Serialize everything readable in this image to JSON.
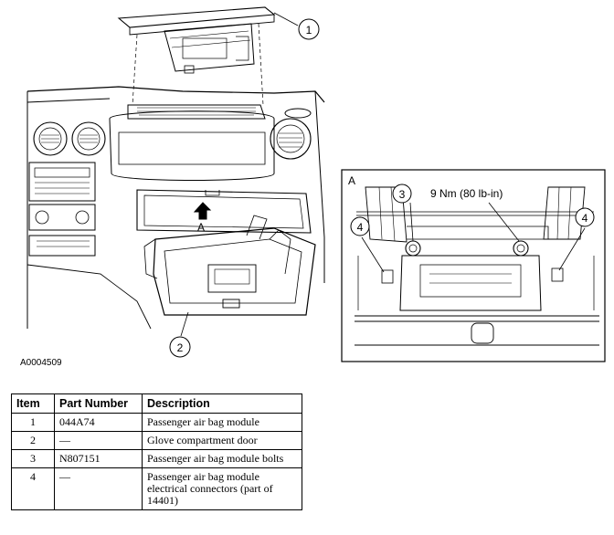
{
  "figure": {
    "figure_id": "A0004509",
    "callouts": [
      "1",
      "2",
      "3",
      "4",
      "4"
    ],
    "view_label": "A",
    "detail_label": "A",
    "torque_spec": "9 Nm (80 lb-in)"
  },
  "table": {
    "headers": [
      "Item",
      "Part Number",
      "Description"
    ],
    "rows": [
      {
        "item": "1",
        "part": "044A74",
        "desc": "Passenger air bag module"
      },
      {
        "item": "2",
        "part": "—",
        "desc": "Glove compartment door"
      },
      {
        "item": "3",
        "part": "N807151",
        "desc": "Passenger air bag module bolts"
      },
      {
        "item": "4",
        "part": "—",
        "desc": "Passenger air bag module electrical connectors (part of 14401)"
      }
    ]
  }
}
